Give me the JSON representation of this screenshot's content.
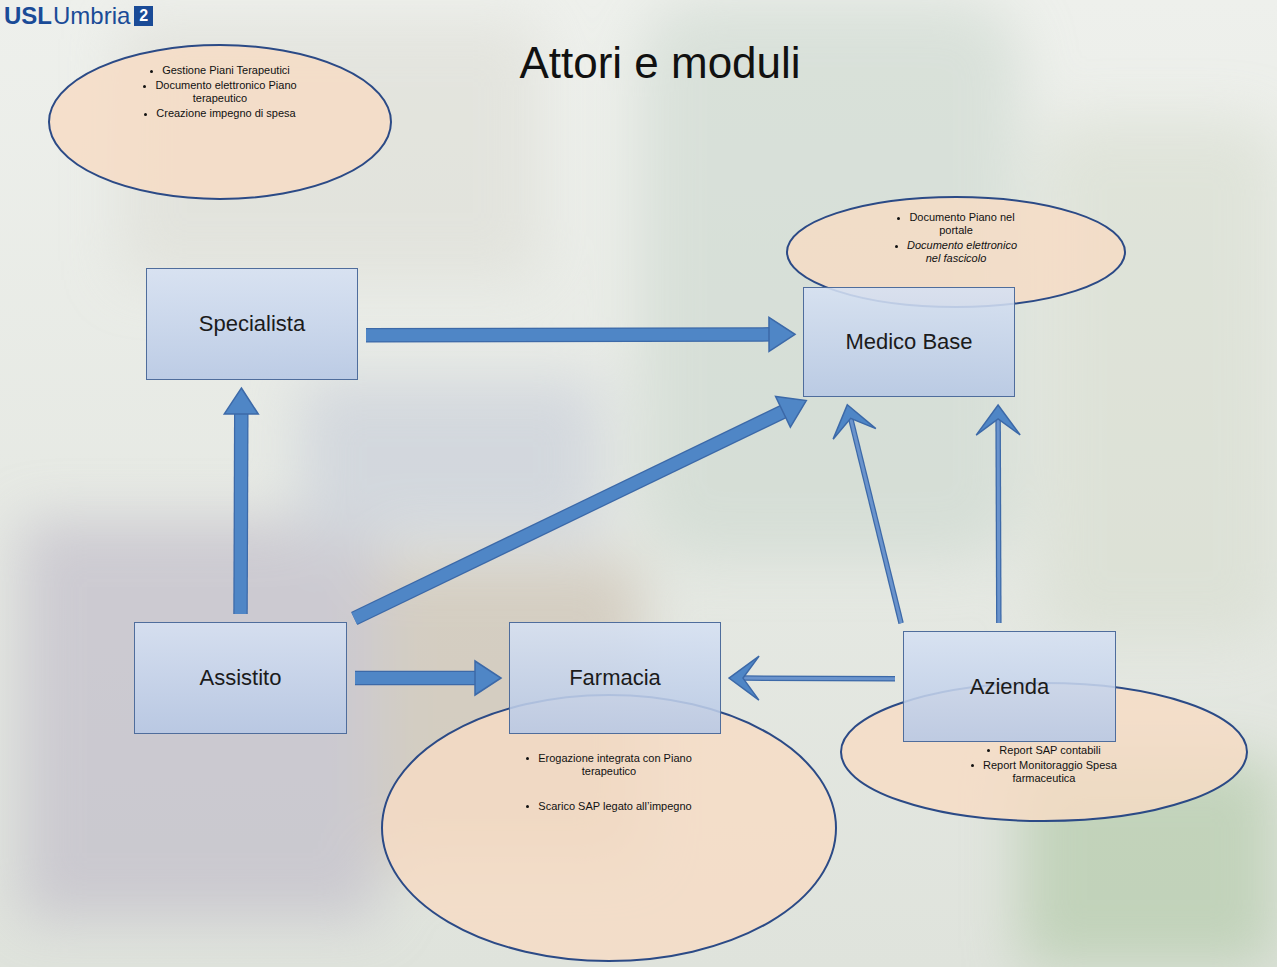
{
  "diagram": {
    "title": "Attori e moduli",
    "nodes": [
      {
        "text": [
          "Gestione Piani Terapeutici",
          "Documento elettronico Piano terapeutico",
          "Creazione impegno di spesa"
        ]
      },
      {
        "text": [
          "Specialista"
        ]
      },
      {
        "text": [
          "Documento Piano nel portale",
          "Documento elettronico nel fascicolo"
        ]
      },
      {
        "text": [
          "Medico Base"
        ]
      },
      {
        "text": [
          "Assistito"
        ]
      },
      {
        "text": [
          "Farmacia"
        ]
      },
      {
        "text": [
          "Azienda"
        ]
      },
      {
        "text": [
          "Erogazione integrata con Piano terapeutico",
          "Scarico SAP legato all’impegno"
        ]
      },
      {
        "text": [
          "Report SAP contabili",
          "Report Monitoraggio Spesa farmaceutica"
        ]
      }
    ],
    "edges": [
      {
        "from": 1,
        "to": 3,
        "arrow": "to"
      },
      {
        "from": 4,
        "to": 1,
        "arrow": "to"
      },
      {
        "from": 4,
        "to": 3,
        "arrow": "to"
      },
      {
        "from": 4,
        "to": 5,
        "arrow": "to"
      },
      {
        "from": 6,
        "to": 5,
        "arrow": "to"
      },
      {
        "from": 6,
        "to": 3,
        "arrow": "to"
      },
      {
        "from": 6,
        "to": 3,
        "arrow": "to"
      }
    ],
    "labels": [
      "USL",
      "Umbria",
      "2"
    ]
  }
}
